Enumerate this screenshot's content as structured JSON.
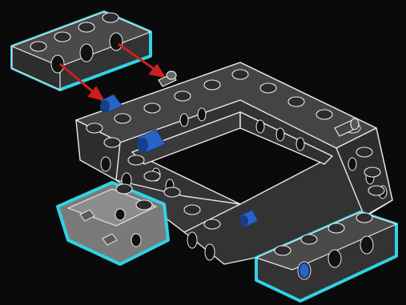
{
  "colors": {
    "background": "#0a0a0a",
    "brick_fill": "#3a3a3a",
    "brick_top": "#4a4a4a",
    "brick_outline": "#e8e8e8",
    "highlight": "#2fd3e6",
    "pin_blue": "#2a63c8",
    "pin_blue_dark": "#173e86",
    "arrow_red": "#cc1f1f",
    "connector_grey": "#8c8c8c",
    "stud_fill": "#2c2c2c"
  },
  "icons": {
    "arrow": "red-arrow-icon",
    "pin": "blue-pin-icon",
    "axle": "axle-icon",
    "stud": "stud-icon"
  },
  "parts": {
    "top_brick": "technic-beam-1x4-new",
    "frame": "technic-open-frame",
    "bottom_beam": "technic-beam-1x4-highlighted",
    "connector": "technic-angle-connector-highlighted",
    "pins": [
      "blue-pin-1",
      "blue-pin-2",
      "blue-pin-3",
      "blue-pin-4"
    ],
    "arrows": [
      "red-arrow-1",
      "red-arrow-2"
    ]
  }
}
